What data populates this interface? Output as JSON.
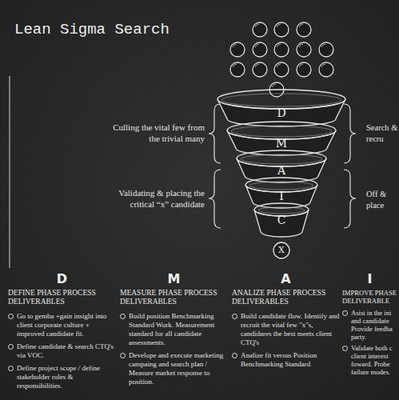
{
  "diagram": {
    "title": "Lean Sigma Search",
    "nodes": [
      {
        "text": [
          "D"
        ]
      },
      {
        "text": [
          "M"
        ]
      },
      {
        "text": [
          "A"
        ]
      },
      {
        "text": [
          "I"
        ]
      },
      {
        "text": [
          "C"
        ]
      },
      {
        "text": [
          "X"
        ]
      }
    ],
    "labels": [
      "Culling the vital few from the trivial many",
      "Search & recru",
      "Validating & placing the critical “x” candidate",
      "Off & place",
      "D",
      "DEFINE PHASE PROCESS DELIVERABLES",
      "Go to gemba +gain insight into client corporate culture + improved candidate fit.",
      "Define candidate & search CTQ's via VOC.",
      "Define project scope / define stakeholder roles & responsibilities.",
      "M",
      "MEASURE PHASE PROCESS DELIVERABLES",
      "Build position Benchmarking Standard Work. Measurement standard for all candidate assessments.",
      "Develope and execute marketing campaing and search plan / Measure market response to position.",
      "A",
      "ANALIZE PHASE PROCESS DELIVERABLES",
      "Build candidate flow. Identify and recruit the vital few \"x\"s, candidares the best meets client CTQ's",
      "Analize fit versus Position Benchmarking Standard",
      "I",
      "IMPROVE PHASE DELIVERABLE",
      "Asist in the ini and candidate Provide feedba party.",
      "Validate both c client interest foward. Probe failure modes."
    ]
  }
}
